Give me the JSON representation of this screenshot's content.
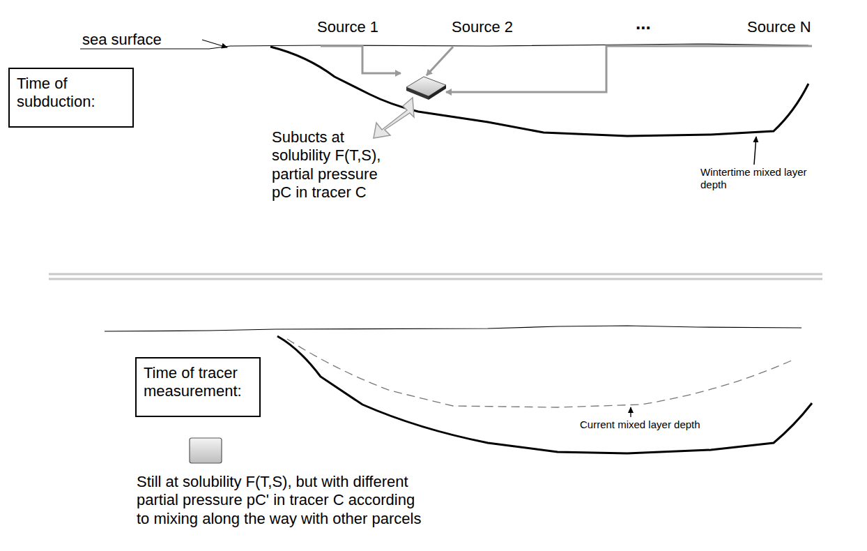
{
  "diagram": {
    "nodes": [
      {
        "text": [
          "Time of subduction:"
        ]
      },
      {
        "text": [
          "Time of tracer measurement:"
        ]
      }
    ],
    "labels": [
      "sea surface",
      "Source 1",
      "Source 2",
      "...",
      "Source N",
      "Subucts at solubility F(T,S), partial pressure pC in tracer C",
      "Wintertime mixed layer depth",
      "Current mixed layer depth",
      "Still at solubility F(T,S), but with different partial pressure pC' in tracer C according to mixing along the way with other parcels"
    ]
  }
}
